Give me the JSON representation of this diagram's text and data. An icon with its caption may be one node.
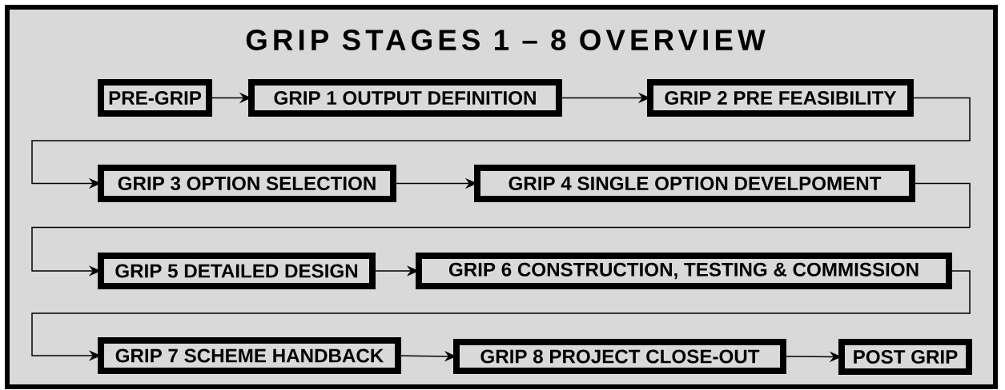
{
  "diagram": {
    "title": "GRIP STAGES 1 – 8 OVERVIEW",
    "nodes": [
      {
        "text": [
          "PRE-GRIP"
        ]
      },
      {
        "text": [
          "GRIP 1 OUTPUT DEFINITION"
        ]
      },
      {
        "text": [
          "GRIP 2 PRE FEASIBILITY"
        ]
      },
      {
        "text": [
          "GRIP 3 OPTION SELECTION"
        ]
      },
      {
        "text": [
          "GRIP 4 SINGLE OPTION DEVELPOMENT"
        ]
      },
      {
        "text": [
          "GRIP 5 DETAILED DESIGN"
        ]
      },
      {
        "text": [
          "GRIP 6 CONSTRUCTION, TESTING & COMMISSION"
        ]
      },
      {
        "text": [
          "GRIP 7 SCHEME HANDBACK"
        ]
      },
      {
        "text": [
          "GRIP 8 PROJECT CLOSE-OUT"
        ]
      },
      {
        "text": [
          "POST GRIP"
        ]
      }
    ],
    "edges": [
      {
        "from": 0,
        "to": 1,
        "arrow": "to"
      },
      {
        "from": 1,
        "to": 2,
        "arrow": "to"
      },
      {
        "from": 2,
        "to": 3,
        "arrow": "to"
      },
      {
        "from": 3,
        "to": 4,
        "arrow": "to"
      },
      {
        "from": 4,
        "to": 5,
        "arrow": "to"
      },
      {
        "from": 5,
        "to": 6,
        "arrow": "to"
      },
      {
        "from": 6,
        "to": 7,
        "arrow": "to"
      },
      {
        "from": 7,
        "to": 8,
        "arrow": "to"
      },
      {
        "from": 8,
        "to": 9,
        "arrow": "to"
      }
    ]
  }
}
